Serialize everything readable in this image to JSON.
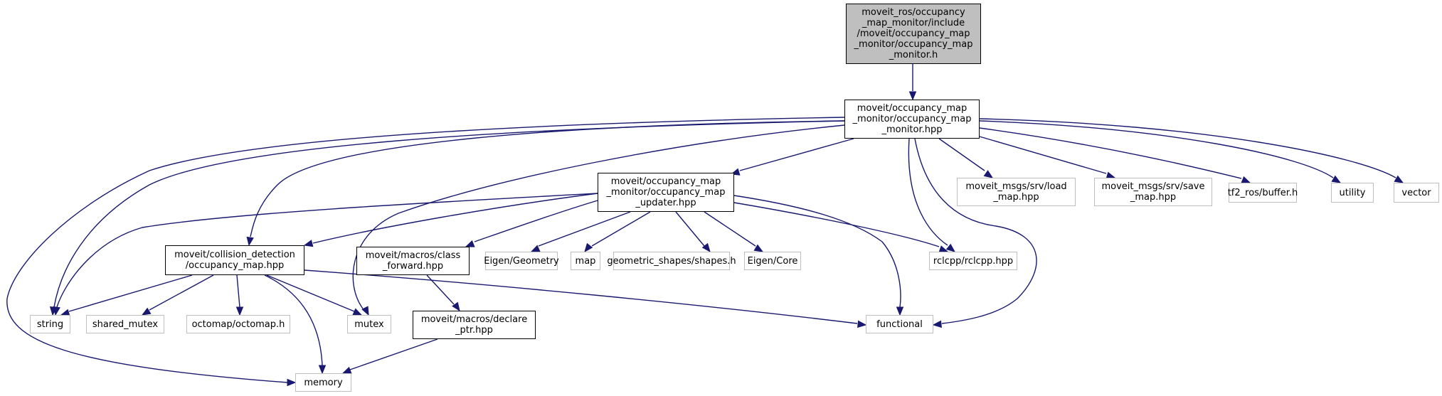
{
  "diagram": {
    "type": "include-dependency-graph",
    "colors": {
      "edge": "#191970",
      "root_fill": "#bfbfbf",
      "node_border": "#000000",
      "external_border": "#bfbfbf"
    },
    "nodes": [
      {
        "id": "root",
        "label": "moveit_ros/occupancy\n_map_monitor/include\n/moveit/occupancy_map\n_monitor/occupancy_map\n_monitor.h",
        "kind": "root"
      },
      {
        "id": "monitor_hpp",
        "label": "moveit/occupancy_map\n_monitor/occupancy_map\n_monitor.hpp",
        "kind": "documented"
      },
      {
        "id": "updater_hpp",
        "label": "moveit/occupancy_map\n_monitor/occupancy_map\n_updater.hpp",
        "kind": "documented"
      },
      {
        "id": "collision_hpp",
        "label": "moveit/collision_detection\n/occupancy_map.hpp",
        "kind": "documented"
      },
      {
        "id": "class_forward",
        "label": "moveit/macros/class\n_forward.hpp",
        "kind": "documented"
      },
      {
        "id": "declare_ptr",
        "label": "moveit/macros/declare\n_ptr.hpp",
        "kind": "documented"
      },
      {
        "id": "load_map",
        "label": "moveit_msgs/srv/load\n_map.hpp",
        "kind": "external"
      },
      {
        "id": "save_map",
        "label": "moveit_msgs/srv/save\n_map.hpp",
        "kind": "external"
      },
      {
        "id": "tf2_buffer",
        "label": "tf2_ros/buffer.h",
        "kind": "external"
      },
      {
        "id": "utility",
        "label": "utility",
        "kind": "external"
      },
      {
        "id": "vector",
        "label": "vector",
        "kind": "external"
      },
      {
        "id": "eigen_geometry",
        "label": "Eigen/Geometry",
        "kind": "external"
      },
      {
        "id": "map",
        "label": "map",
        "kind": "external"
      },
      {
        "id": "shapes",
        "label": "geometric_shapes/shapes.h",
        "kind": "external"
      },
      {
        "id": "eigen_core",
        "label": "Eigen/Core",
        "kind": "external"
      },
      {
        "id": "rclcpp",
        "label": "rclcpp/rclcpp.hpp",
        "kind": "external"
      },
      {
        "id": "string",
        "label": "string",
        "kind": "external"
      },
      {
        "id": "shared_mutex",
        "label": "shared_mutex",
        "kind": "external"
      },
      {
        "id": "octomap",
        "label": "octomap/octomap.h",
        "kind": "external"
      },
      {
        "id": "mutex",
        "label": "mutex",
        "kind": "external"
      },
      {
        "id": "functional",
        "label": "functional",
        "kind": "external"
      },
      {
        "id": "memory",
        "label": "memory",
        "kind": "external"
      }
    ],
    "edges": [
      {
        "from": "root",
        "to": "monitor_hpp"
      },
      {
        "from": "monitor_hpp",
        "to": "updater_hpp"
      },
      {
        "from": "monitor_hpp",
        "to": "collision_hpp"
      },
      {
        "from": "monitor_hpp",
        "to": "load_map"
      },
      {
        "from": "monitor_hpp",
        "to": "save_map"
      },
      {
        "from": "monitor_hpp",
        "to": "tf2_buffer"
      },
      {
        "from": "monitor_hpp",
        "to": "utility"
      },
      {
        "from": "monitor_hpp",
        "to": "vector"
      },
      {
        "from": "monitor_hpp",
        "to": "rclcpp"
      },
      {
        "from": "monitor_hpp",
        "to": "functional"
      },
      {
        "from": "monitor_hpp",
        "to": "string"
      },
      {
        "from": "monitor_hpp",
        "to": "mutex"
      },
      {
        "from": "monitor_hpp",
        "to": "memory"
      },
      {
        "from": "updater_hpp",
        "to": "collision_hpp"
      },
      {
        "from": "updater_hpp",
        "to": "class_forward"
      },
      {
        "from": "updater_hpp",
        "to": "eigen_geometry"
      },
      {
        "from": "updater_hpp",
        "to": "map"
      },
      {
        "from": "updater_hpp",
        "to": "shapes"
      },
      {
        "from": "updater_hpp",
        "to": "eigen_core"
      },
      {
        "from": "updater_hpp",
        "to": "rclcpp"
      },
      {
        "from": "updater_hpp",
        "to": "functional"
      },
      {
        "from": "updater_hpp",
        "to": "string"
      },
      {
        "from": "collision_hpp",
        "to": "string"
      },
      {
        "from": "collision_hpp",
        "to": "shared_mutex"
      },
      {
        "from": "collision_hpp",
        "to": "octomap"
      },
      {
        "from": "collision_hpp",
        "to": "mutex"
      },
      {
        "from": "collision_hpp",
        "to": "memory"
      },
      {
        "from": "collision_hpp",
        "to": "functional"
      },
      {
        "from": "class_forward",
        "to": "declare_ptr"
      },
      {
        "from": "declare_ptr",
        "to": "memory"
      }
    ]
  }
}
